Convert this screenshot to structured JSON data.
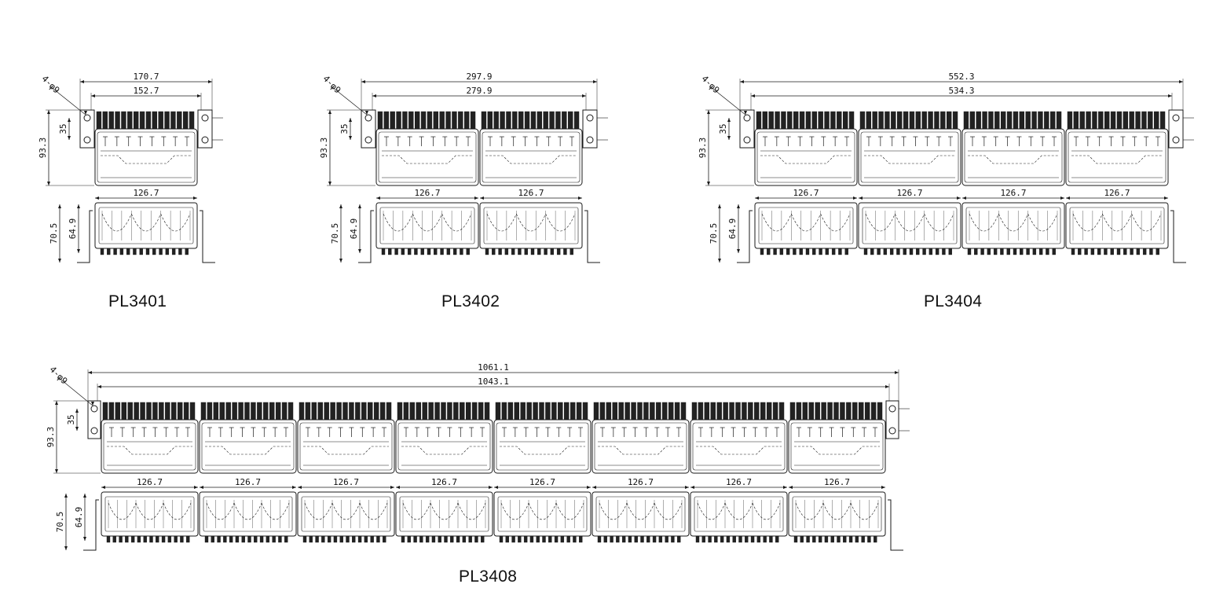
{
  "drawings": [
    {
      "id": "pl3401",
      "model": "PL3401",
      "hole_callout": "4-φ9",
      "overall_width": "170.7",
      "mount_width": "152.7",
      "height": "93.3",
      "hole_spacing": "35",
      "module_width": "126.7",
      "side_height": "70.5",
      "side_inner_height": "64.9",
      "module_count": 1
    },
    {
      "id": "pl3402",
      "model": "PL3402",
      "hole_callout": "4-φ9",
      "overall_width": "297.9",
      "mount_width": "279.9",
      "height": "93.3",
      "hole_spacing": "35",
      "module_width": "126.7",
      "side_height": "70.5",
      "side_inner_height": "64.9",
      "module_count": 2
    },
    {
      "id": "pl3404",
      "model": "PL3404",
      "hole_callout": "4-φ9",
      "overall_width": "552.3",
      "mount_width": "534.3",
      "height": "93.3",
      "hole_spacing": "35",
      "module_width": "126.7",
      "side_height": "70.5",
      "side_inner_height": "64.9",
      "module_count": 4
    },
    {
      "id": "pl3408",
      "model": "PL3408",
      "hole_callout": "4-φ9",
      "overall_width": "1061.1",
      "mount_width": "1043.1",
      "height": "93.3",
      "hole_spacing": "35",
      "module_width": "126.7",
      "side_height": "70.5",
      "side_inner_height": "64.9",
      "module_count": 8
    }
  ],
  "colors": {
    "line": "#1a1a1a",
    "text": "#111111",
    "background": "#ffffff"
  }
}
